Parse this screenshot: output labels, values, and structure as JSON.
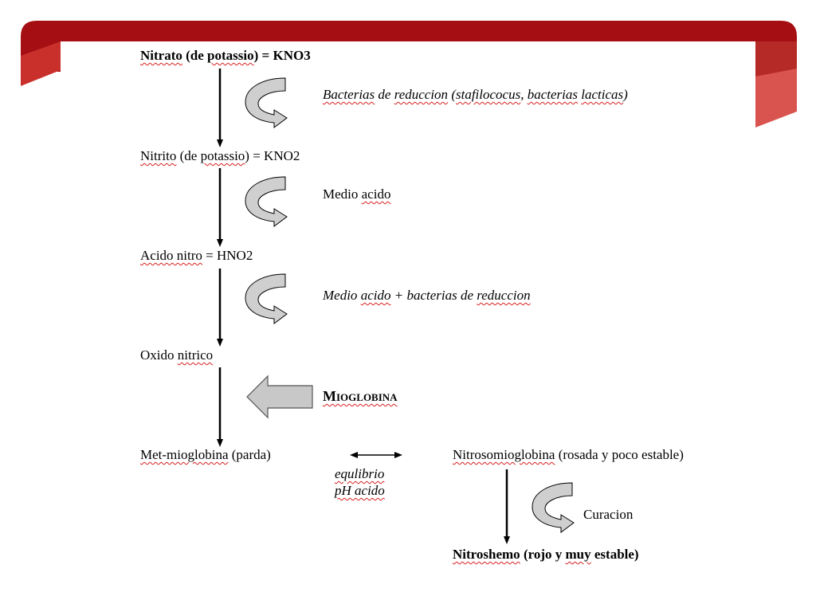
{
  "theme": {
    "accent": "#a50e12",
    "accent_dark": "#7a0a0c",
    "accent_light": "#d9534f"
  },
  "diagram": {
    "n1": {
      "word": "Nitrato",
      "rest": " (de ",
      "word2": "potassio",
      "formula": ") = KNO3"
    },
    "step1_label": {
      "w1": "Bacterias",
      "sp1": " de ",
      "w2": "reduccion",
      "sp2": " (",
      "w3": "stafilococus",
      "sp3": ", ",
      "w4": "bacterias",
      "sp4": " ",
      "w5": "lacticas",
      "sp5": ")"
    },
    "n2": {
      "word": "Nitrito",
      "rest": " (de ",
      "word2": "potassio",
      "formula": ") = KNO2"
    },
    "step2_label": {
      "w1": "Medio",
      "sp1": " ",
      "w2": "acido"
    },
    "n3": {
      "word": "Acido nitro",
      "formula": " = HNO2"
    },
    "step3_label": {
      "w1": "Medio",
      "sp1": " ",
      "w2": "acido",
      "sp2": " + bacterias de ",
      "w3": "reduccion"
    },
    "n4": {
      "w1": "Oxido",
      "sp1": " ",
      "w2": "nitrico"
    },
    "reagent_label": "Mioglobina",
    "n5": {
      "word": "Met-mioglobina",
      "rest": " (parda)"
    },
    "equilibrium": {
      "line1": "equlibrio",
      "line2": "pH acido"
    },
    "n6": {
      "word": "Nitrosomioglobina",
      "rest": " (rosada y poco estable)"
    },
    "step6_label": "Curacion",
    "n7": {
      "word": "Nitroshemo",
      "rest": " (rojo y ",
      "w2": "muy",
      "rest2": " estable)"
    }
  }
}
